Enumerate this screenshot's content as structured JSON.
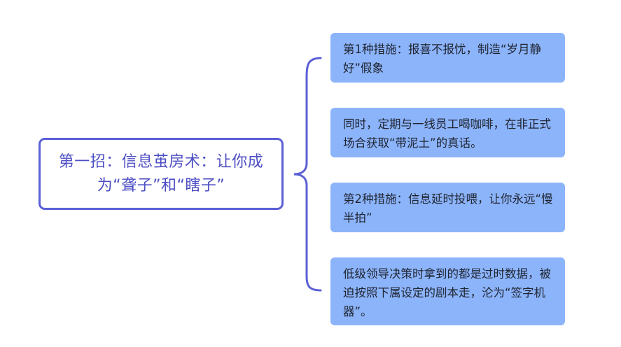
{
  "root": {
    "label": "第一招：信息茧房术：让你成为“聋子”和“瞎子”"
  },
  "children": [
    {
      "label": "第1种措施：报喜不报忧，制造“岁月静好”假象"
    },
    {
      "label": "同时，定期与一线员工喝咖啡，在非正式场合获取“带泥土”的真话。"
    },
    {
      "label": "第2种措施：信息延时投喂，让你永远“慢半拍”"
    },
    {
      "label": "低级领导决策时拿到的都是过时数据，被迫按照下属设定的剧本走，沦为“签字机器”。"
    }
  ],
  "colors": {
    "root_border": "#5b5fd6",
    "root_text": "#4d4ec4",
    "connector": "#5b5fd6",
    "child_fill": "#8cb4fb",
    "child_text": "#1f2430"
  }
}
